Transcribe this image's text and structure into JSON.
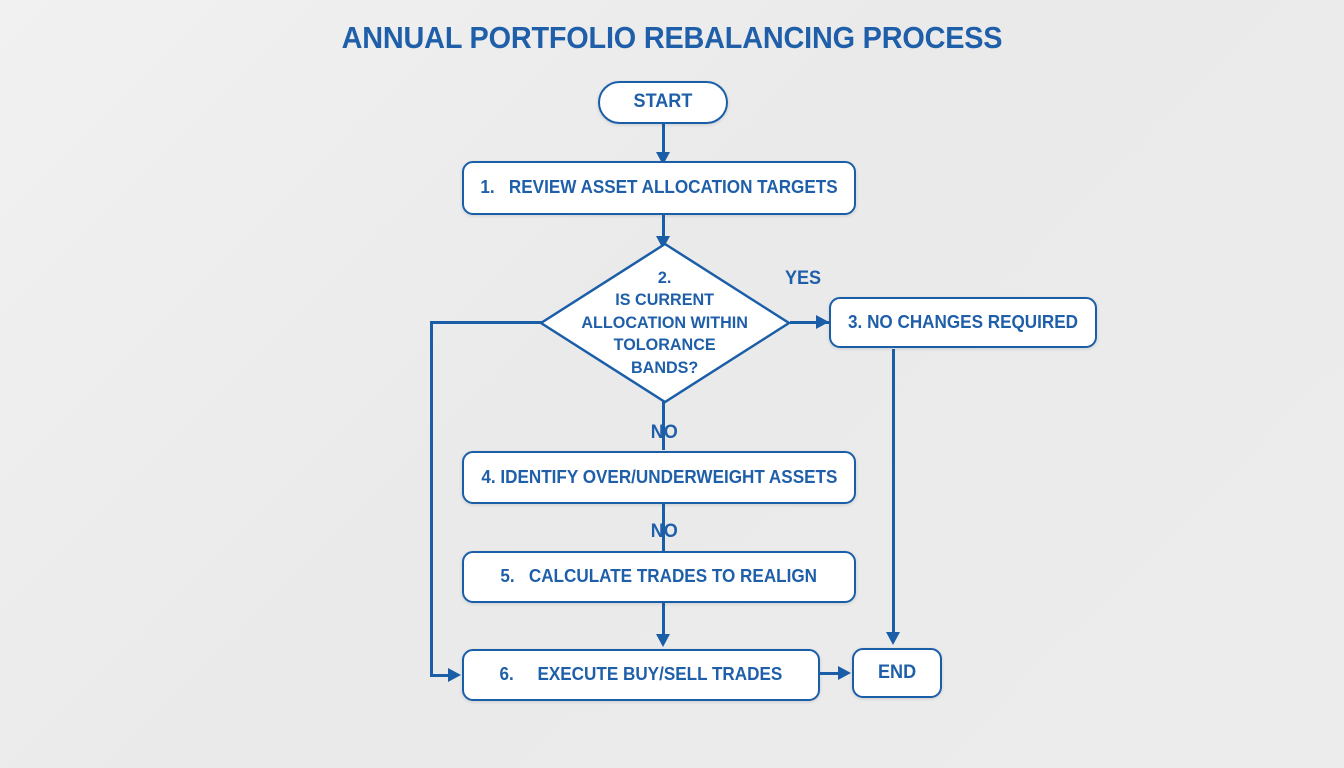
{
  "diagram": {
    "title": "ANNUAL PORTFOLIO REBALANCING PROCESS",
    "accent_color": "#1b5ea8",
    "text_color": "#1f5fa9",
    "background_color": "#ececec",
    "node_fill": "#ffffff"
  },
  "nodes": {
    "start": {
      "label": "START",
      "shape": "stadium"
    },
    "step1": {
      "label": "1.   REVIEW ASSET ALLOCATION TARGETS",
      "shape": "rounded"
    },
    "decision2": {
      "shape": "diamond",
      "lines": [
        "2.",
        "IS CURRENT",
        "ALLOCATION WITHIN",
        "TOLORANCE",
        "BANDS?"
      ]
    },
    "step3": {
      "label": "3. NO CHANGES REQUIRED",
      "shape": "rounded"
    },
    "step4": {
      "label": "4. IDENTIFY OVER/UNDERWEIGHT ASSETS",
      "shape": "rounded"
    },
    "step5": {
      "label": "5.   CALCULATE TRADES TO REALIGN",
      "shape": "rounded"
    },
    "step6": {
      "label": "6.     EXECUTE BUY/SELL TRADES",
      "shape": "rounded"
    },
    "end": {
      "label": "END",
      "shape": "rounded"
    }
  },
  "edge_labels": {
    "yes": "YES",
    "no_decision": "NO",
    "no_step4": "NO"
  }
}
